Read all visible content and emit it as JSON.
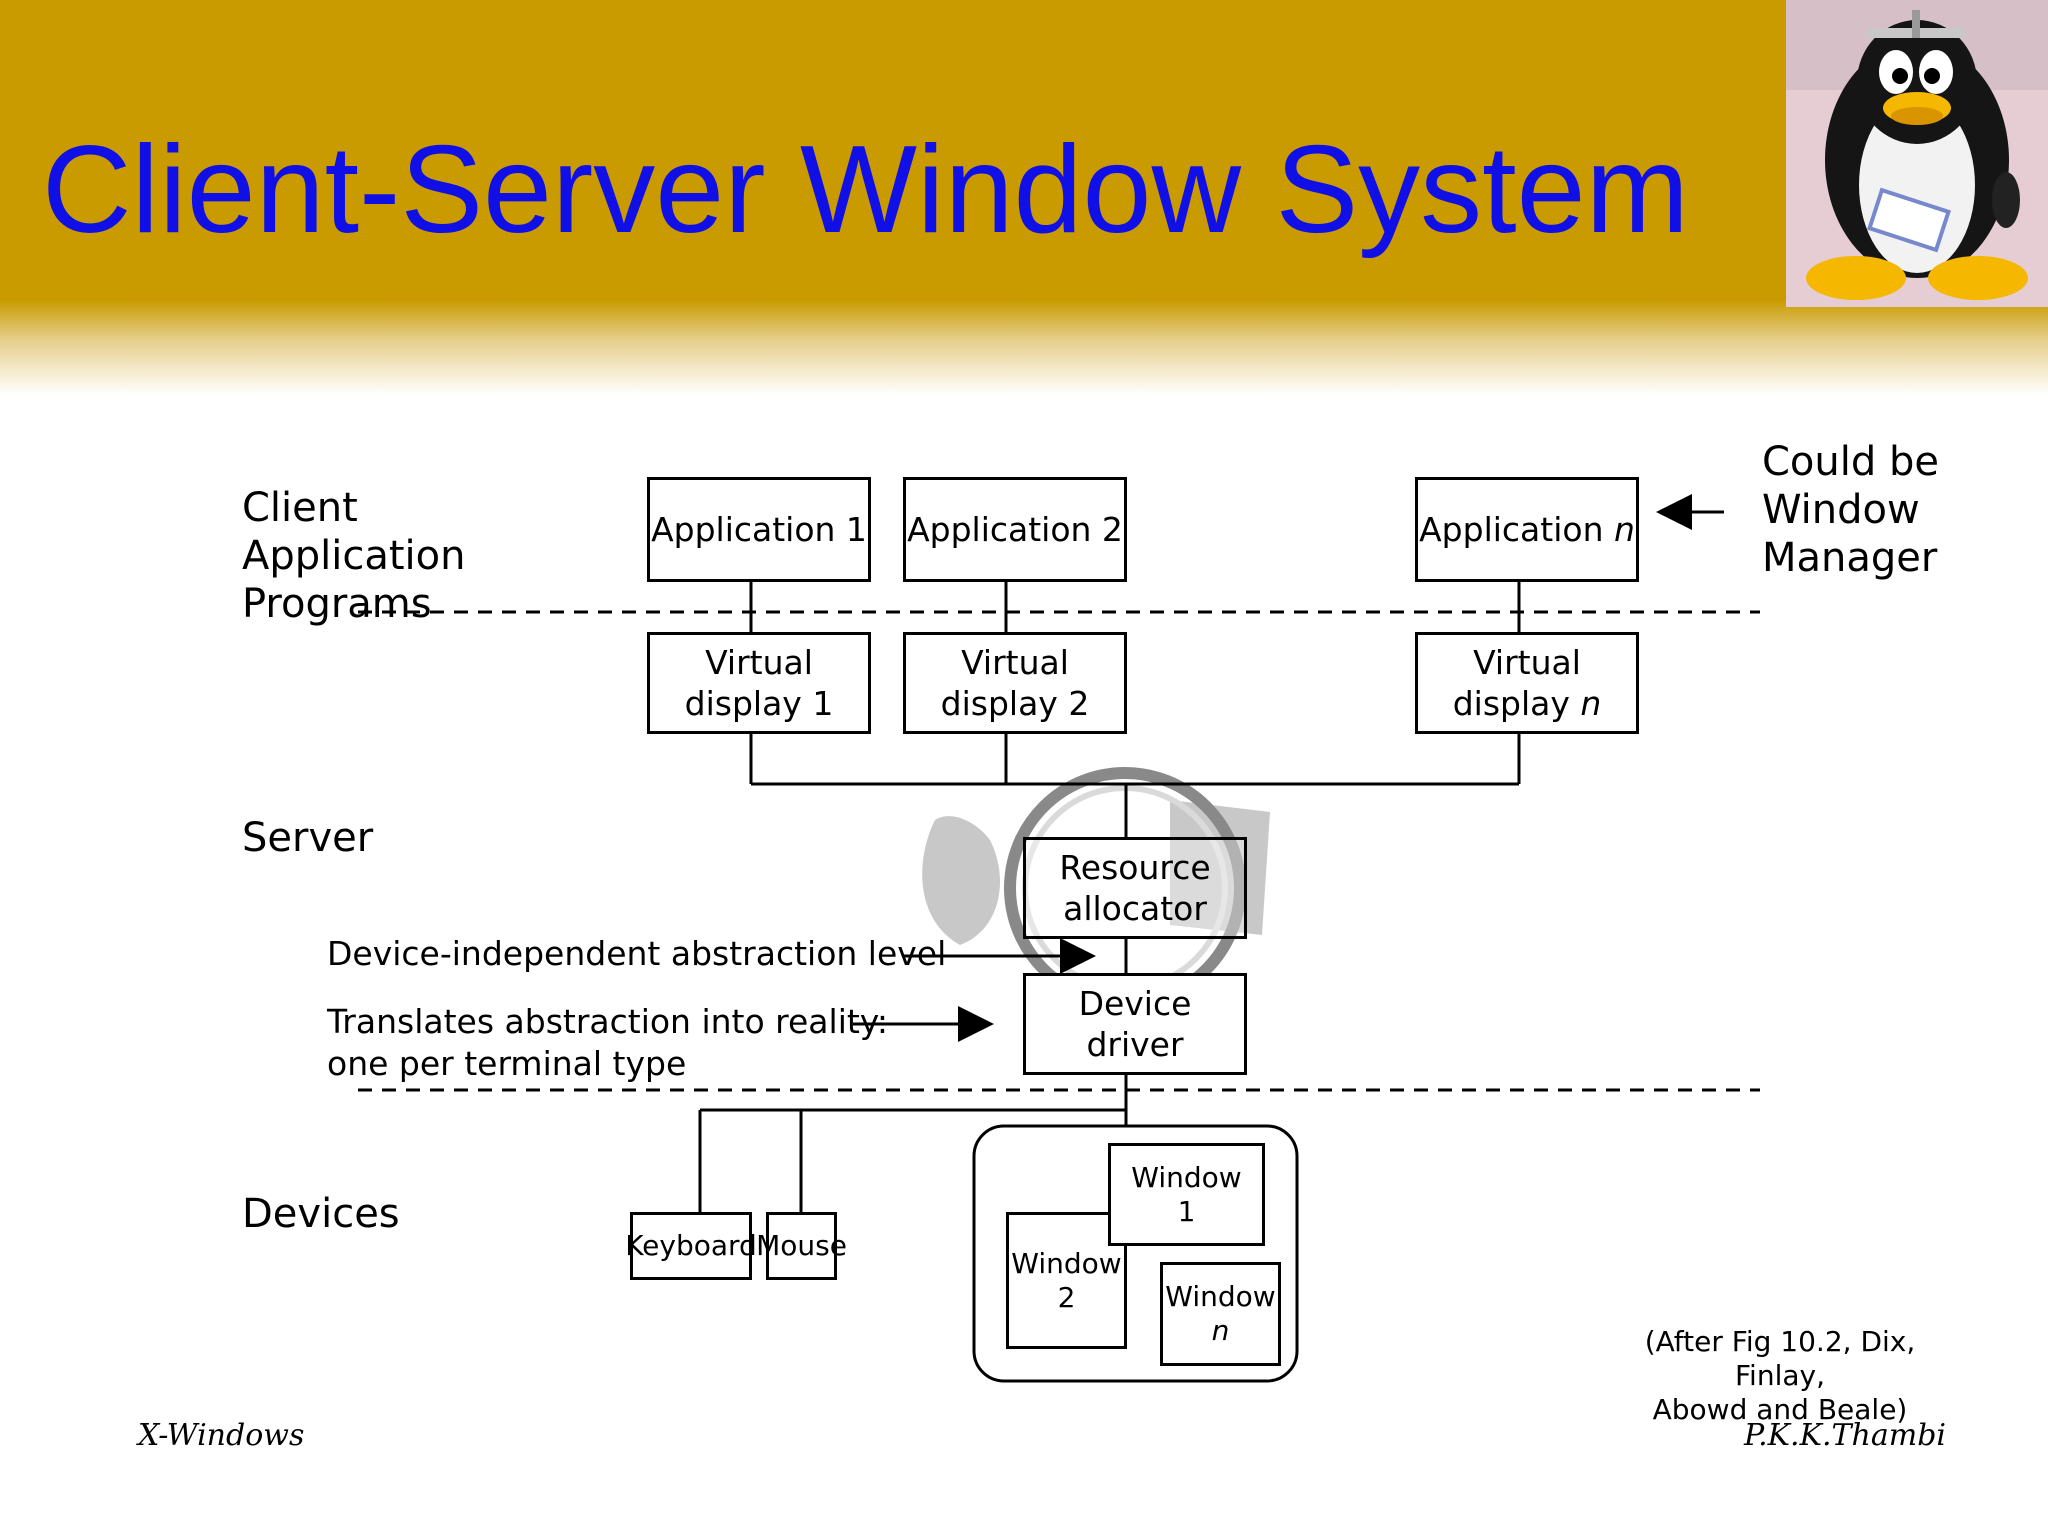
{
  "slide": {
    "title": "Client-Server Window System"
  },
  "diagram": {
    "row_labels": {
      "client": "Client Application Programs",
      "server": "Server",
      "devices": "Devices"
    },
    "applications": [
      {
        "label": "Application 1"
      },
      {
        "label": "Application 2"
      },
      {
        "label": "Application ",
        "italic_suffix": "n"
      }
    ],
    "virtual_displays": [
      {
        "line1": "Virtual",
        "line2": "display 1"
      },
      {
        "line1": "Virtual",
        "line2": "display 2"
      },
      {
        "line1": "Virtual",
        "line2": "display ",
        "italic_suffix": "n"
      }
    ],
    "window_manager_note": "Could be Window Manager",
    "resource_allocator": {
      "line1": "Resource",
      "line2": "allocator"
    },
    "device_driver": {
      "line1": "Device",
      "line2": "driver"
    },
    "abstraction_note": "Device-independent abstraction level",
    "translation_note": {
      "line1": "Translates abstraction into reality:",
      "line2": "one per terminal type"
    },
    "input_devices": [
      {
        "label": "Keyboard"
      },
      {
        "label": "Mouse"
      }
    ],
    "windows": [
      {
        "line1": "Window",
        "line2": "1"
      },
      {
        "line1": "Window",
        "line2": "2"
      },
      {
        "line1": "Window",
        "line2": "n"
      }
    ],
    "citation": {
      "line1": "(After Fig 10.2, Dix, Finlay,",
      "line2": "Abowd and Beale)"
    }
  },
  "footer": {
    "left": "X-Windows",
    "right": "P.K.K.Thambi"
  },
  "icons": {
    "mascot": "penguin-mascot-icon",
    "watermark": "os-logo-watermark-icon"
  },
  "colors": {
    "header_band": "#c99b00",
    "title_text": "#1010e6"
  }
}
